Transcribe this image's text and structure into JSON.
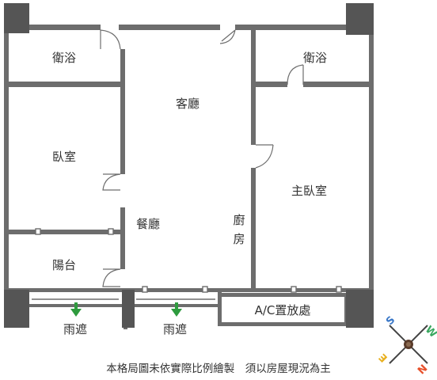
{
  "rooms": {
    "bath_left": "衛浴",
    "bath_right": "衛浴",
    "living": "客廳",
    "bedroom": "臥室",
    "master_bedroom": "主臥室",
    "dining": "餐廳",
    "kitchen_top": "廚",
    "kitchen_bottom": "房",
    "balcony": "陽台",
    "ac_area": "A/C置放處",
    "canopy_left": "雨遮",
    "canopy_right": "雨遮"
  },
  "note": "本格局圖未依實際比例繪製　須以房屋現況為主",
  "compass": {
    "north": "N",
    "south": "S",
    "east": "E",
    "west": "W",
    "colors": {
      "north": "#e8502a",
      "south": "#3a78c8",
      "east": "#e8b020",
      "west": "#3aa860"
    }
  },
  "colors": {
    "wall": "#6d6d6d",
    "column": "#555555",
    "arrow": "#2e9b3e"
  }
}
